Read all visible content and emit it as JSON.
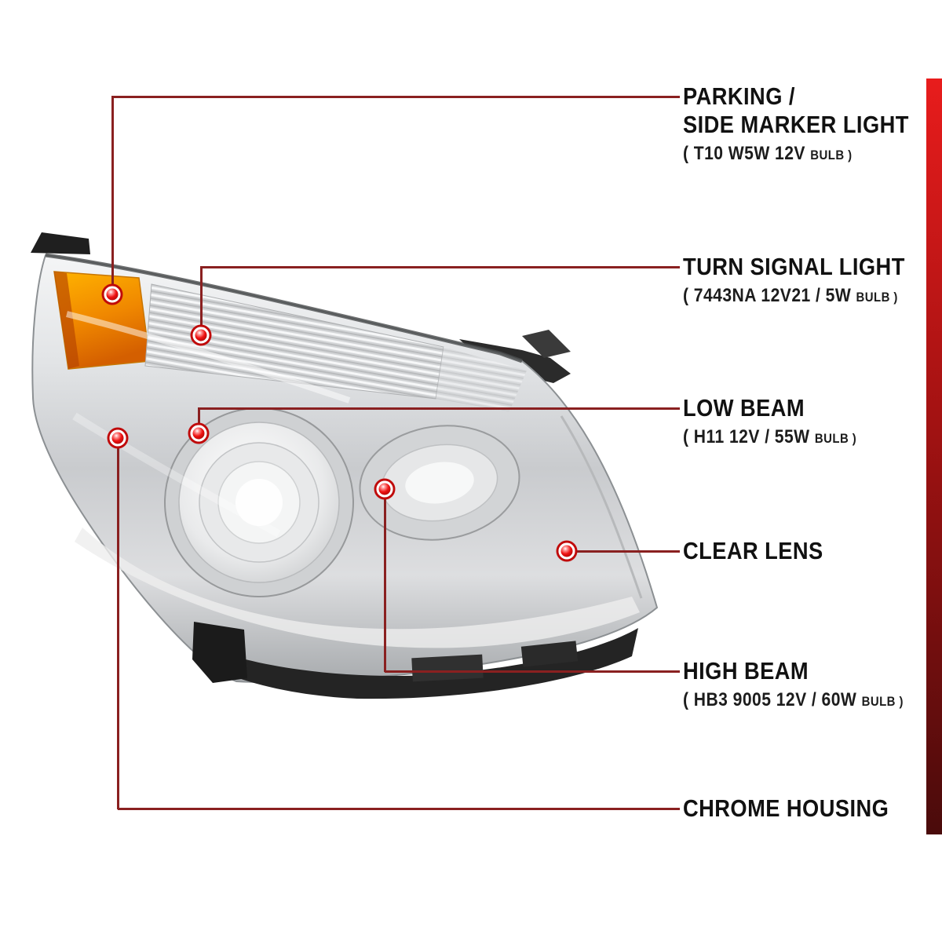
{
  "colors": {
    "label_text": "#111111",
    "leader_line": "#8a2020",
    "marker_red": "#c00a0a",
    "accent_bar_top": "#e81c1c",
    "accent_bar_bottom": "#4a0b0b",
    "amber_lens": "#f08800",
    "chrome_housing": "#cfd1d3"
  },
  "callouts": [
    {
      "name": "parking-side-marker-light",
      "lines": [
        "PARKING /",
        "SIDE MARKER LIGHT"
      ],
      "spec_main": "( T10  W5W  12V",
      "spec_small": "BULB )"
    },
    {
      "name": "turn-signal-light",
      "lines": [
        "TURN SIGNAL LIGHT"
      ],
      "spec_main": "( 7443NA  12V21 / 5W",
      "spec_small": "BULB )"
    },
    {
      "name": "low-beam",
      "lines": [
        "LOW BEAM"
      ],
      "spec_main": "( H11  12V / 55W",
      "spec_small": "BULB )"
    },
    {
      "name": "clear-lens",
      "lines": [
        "CLEAR LENS"
      ]
    },
    {
      "name": "high-beam",
      "lines": [
        "HIGH BEAM"
      ],
      "spec_main": "( HB3  9005  12V / 60W",
      "spec_small": "BULB )"
    },
    {
      "name": "chrome-housing",
      "lines": [
        "CHROME HOUSING"
      ]
    }
  ]
}
